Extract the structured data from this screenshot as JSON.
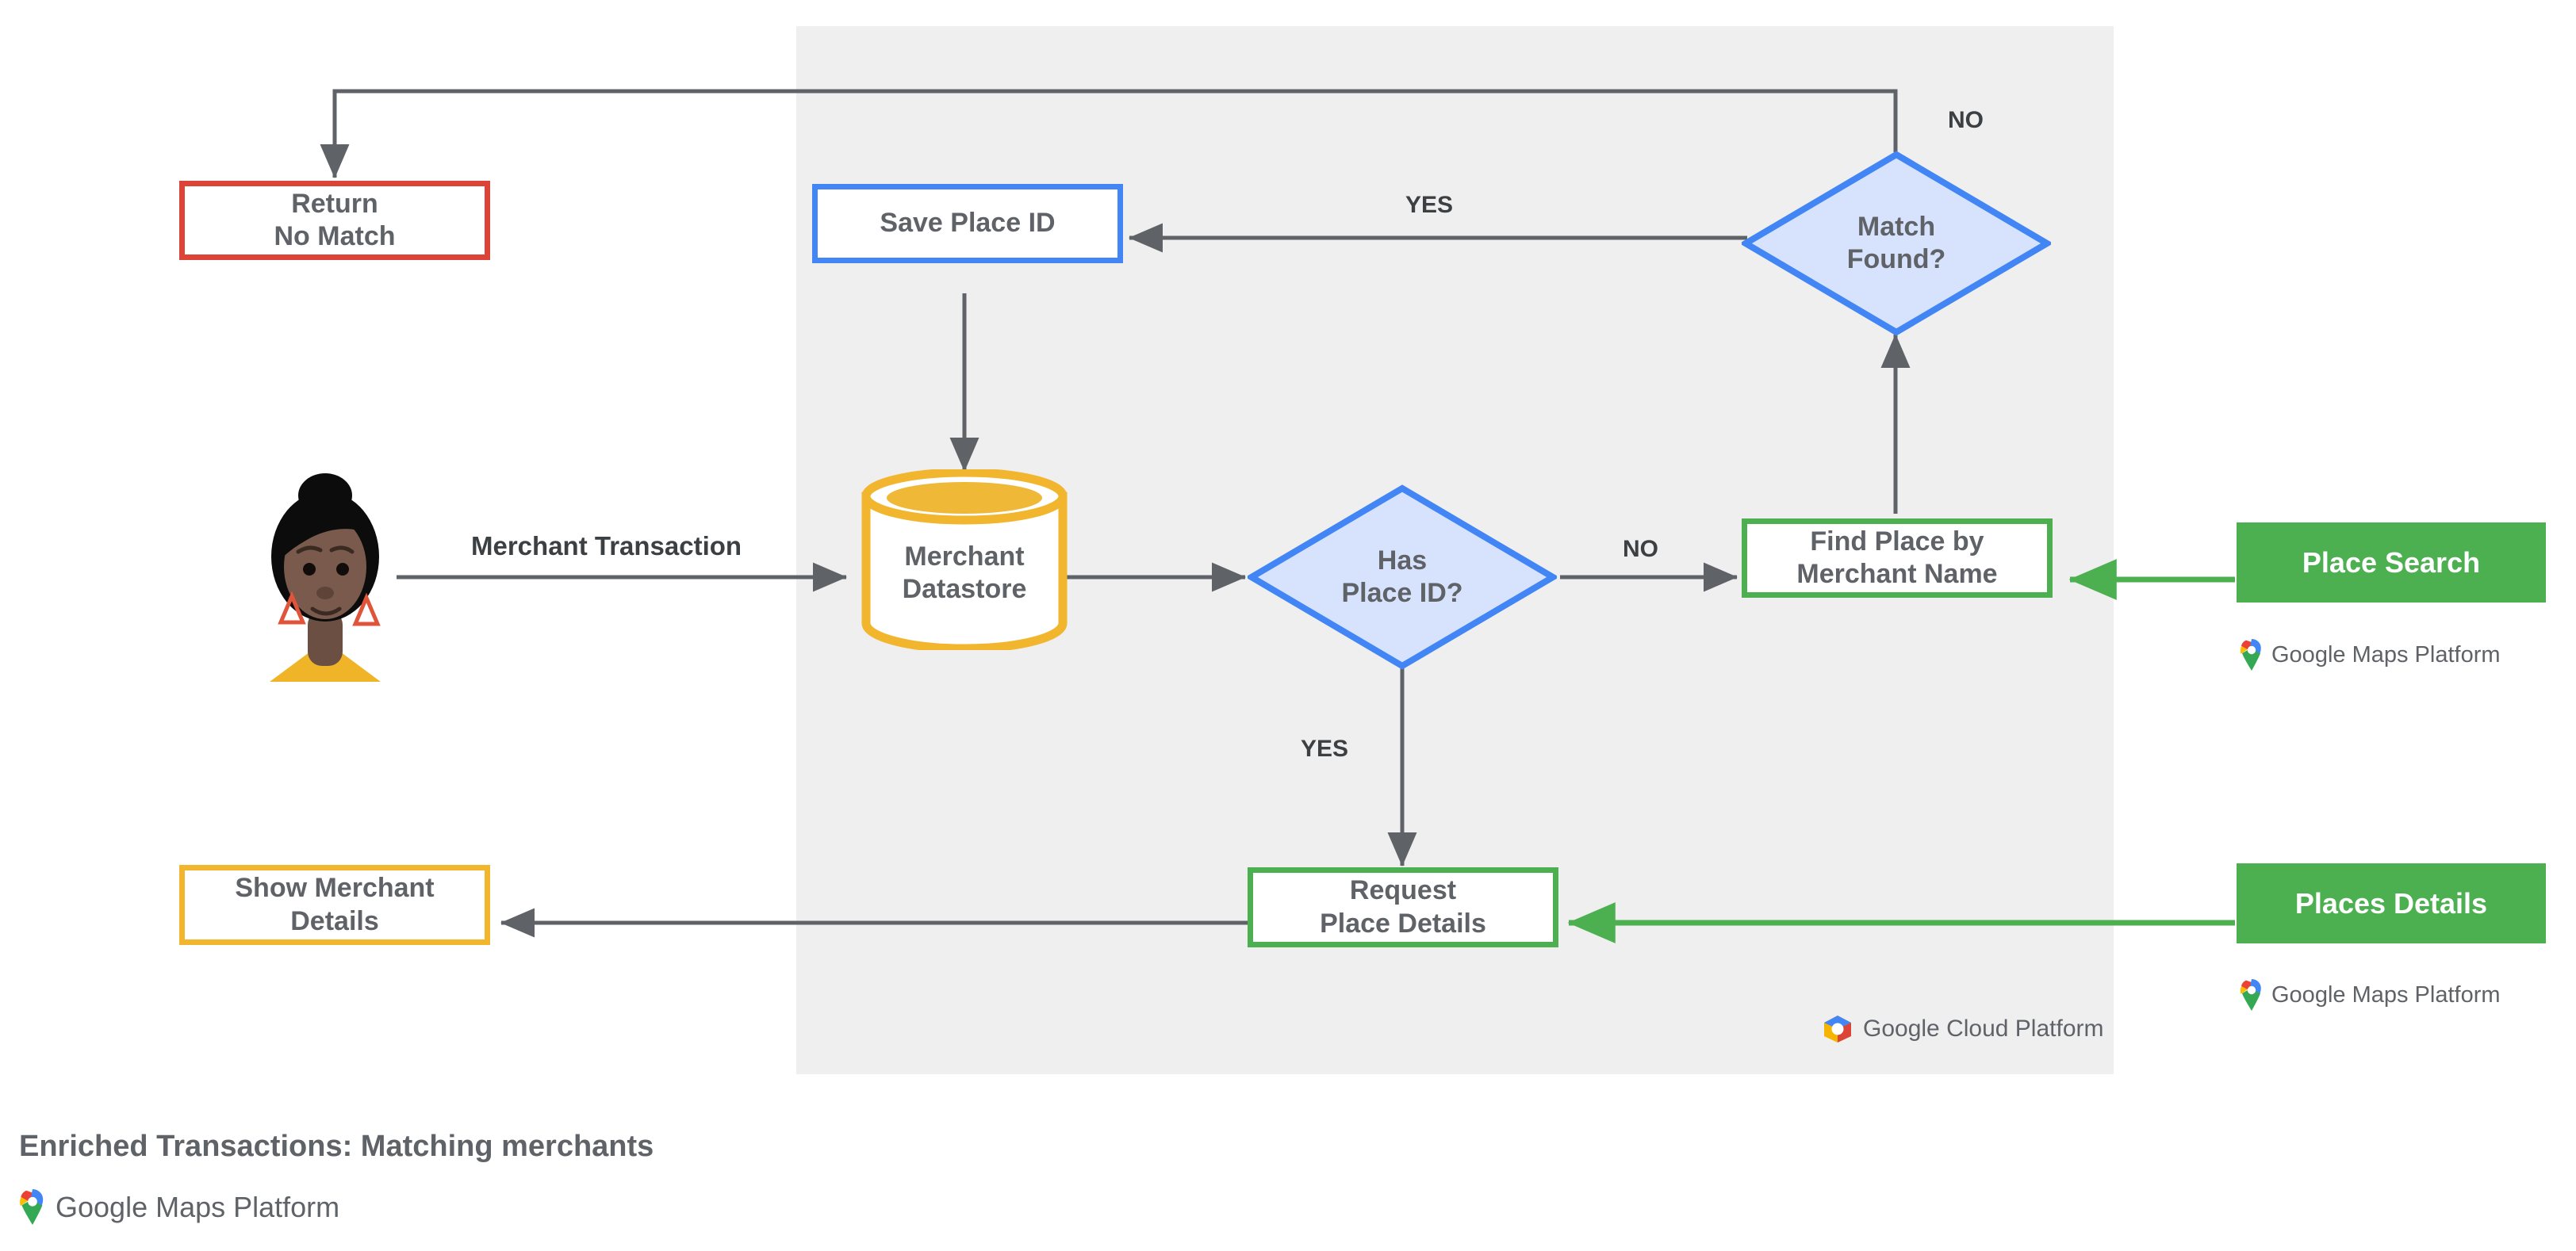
{
  "diagram": {
    "caption": "Enriched Transactions: Matching merchants",
    "panel_logo_text": "Google Cloud Platform",
    "maps_logo_text": "Google Maps Platform"
  },
  "nodes": {
    "return_no_match": {
      "label": "Return\nNo Match",
      "color": "#DB4437"
    },
    "save_place_id": {
      "label": "Save Place ID",
      "color": "#4285F4"
    },
    "match_found": {
      "label": "Match\nFound?",
      "color": "#4285F4"
    },
    "merchant_datastore": {
      "label": "Merchant\nDatastore",
      "color": "#F2B52E"
    },
    "has_place_id": {
      "label": "Has\nPlace ID?",
      "color": "#4285F4"
    },
    "find_place": {
      "label": "Find Place by\nMerchant Name",
      "color": "#4CAF50"
    },
    "place_search": {
      "label": "Place Search",
      "color": "#4CAF50"
    },
    "show_merchant_details": {
      "label": "Show Merchant\nDetails",
      "color": "#F2B52E"
    },
    "request_place_details": {
      "label": "Request\nPlace Details",
      "color": "#4CAF50"
    },
    "places_details": {
      "label": "Places Details",
      "color": "#4CAF50"
    }
  },
  "edge_labels": {
    "merchant_transaction": "Merchant Transaction",
    "yes_match_found": "YES",
    "no_match_found": "NO",
    "no_has_place_id": "NO",
    "yes_has_place_id": "YES"
  },
  "logos": {
    "place_search_caption": "Google Maps Platform",
    "places_details_caption": "Google Maps Platform",
    "panel_caption": "Google Cloud Platform",
    "footer_caption": "Google Maps Platform"
  },
  "chart_data": {
    "type": "table",
    "title": "Enriched Transactions: Matching merchants",
    "nodes": [
      {
        "id": "user",
        "label": "",
        "shape": "avatar"
      },
      {
        "id": "merchant_datastore",
        "label": "Merchant Datastore",
        "shape": "cylinder"
      },
      {
        "id": "has_place_id",
        "label": "Has Place ID?",
        "shape": "diamond"
      },
      {
        "id": "request_place_details",
        "label": "Request Place Details",
        "shape": "rect"
      },
      {
        "id": "find_place",
        "label": "Find Place by Merchant Name",
        "shape": "rect"
      },
      {
        "id": "match_found",
        "label": "Match Found?",
        "shape": "diamond"
      },
      {
        "id": "save_place_id",
        "label": "Save Place ID",
        "shape": "rect"
      },
      {
        "id": "return_no_match",
        "label": "Return No Match",
        "shape": "rect"
      },
      {
        "id": "show_merchant_details",
        "label": "Show Merchant Details",
        "shape": "rect"
      },
      {
        "id": "place_search",
        "label": "Place Search",
        "shape": "rect-filled"
      },
      {
        "id": "places_details",
        "label": "Places Details",
        "shape": "rect-filled"
      }
    ],
    "edges": [
      {
        "from": "user",
        "to": "merchant_datastore",
        "label": "Merchant Transaction"
      },
      {
        "from": "merchant_datastore",
        "to": "has_place_id",
        "label": ""
      },
      {
        "from": "has_place_id",
        "to": "request_place_details",
        "label": "YES"
      },
      {
        "from": "has_place_id",
        "to": "find_place",
        "label": "NO"
      },
      {
        "from": "find_place",
        "to": "match_found",
        "label": ""
      },
      {
        "from": "match_found",
        "to": "save_place_id",
        "label": "YES"
      },
      {
        "from": "match_found",
        "to": "return_no_match",
        "label": "NO"
      },
      {
        "from": "save_place_id",
        "to": "merchant_datastore",
        "label": ""
      },
      {
        "from": "request_place_details",
        "to": "show_merchant_details",
        "label": ""
      },
      {
        "from": "place_search",
        "to": "find_place",
        "label": ""
      },
      {
        "from": "places_details",
        "to": "request_place_details",
        "label": ""
      }
    ]
  }
}
